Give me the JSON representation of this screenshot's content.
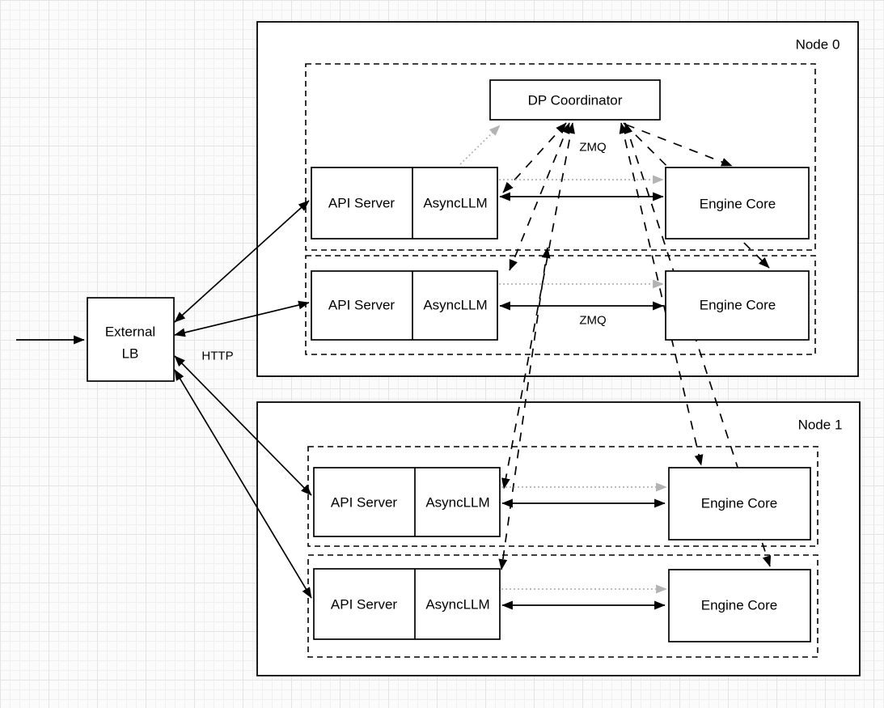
{
  "colors": {
    "line_black": "#000000",
    "muted_connector_gray": "#b3b3b3",
    "box_fill": "#ffffff",
    "grid_minor": "#f0f0f0",
    "grid_major": "#e4e4e4"
  },
  "external_lb": {
    "label_line1": "External",
    "label_line2": "LB",
    "protocol_label": "HTTP"
  },
  "coordinator": {
    "label": "DP Coordinator",
    "zmq_label": "ZMQ"
  },
  "nodes": [
    {
      "label": "Node 0"
    },
    {
      "label": "Node 1"
    }
  ],
  "row_labels": {
    "api_server": "API Server",
    "asyncllm": "AsyncLLM",
    "engine_core": "Engine Core",
    "zmq": "ZMQ"
  }
}
